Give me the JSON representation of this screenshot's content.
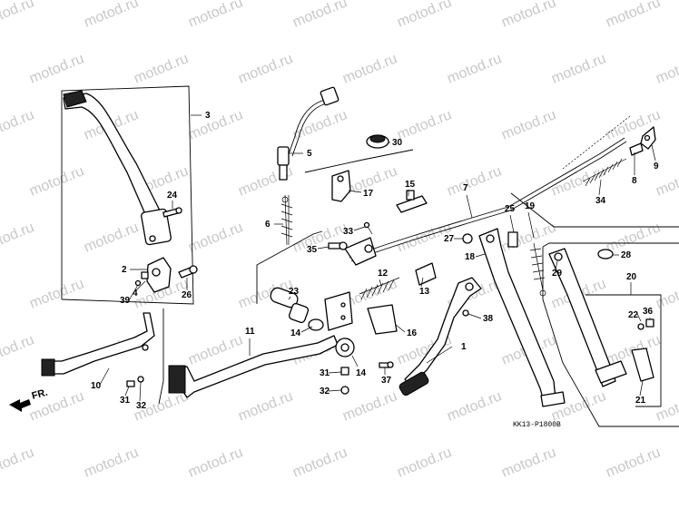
{
  "watermark": {
    "text": "motod.ru"
  },
  "diagram_code": "KK13-P1800B",
  "direction_label": "FR.",
  "callouts": [
    {
      "id": "c1",
      "label": "1"
    },
    {
      "id": "c2",
      "label": "2"
    },
    {
      "id": "c3",
      "label": "3"
    },
    {
      "id": "c4",
      "label": "4"
    },
    {
      "id": "c5",
      "label": "5"
    },
    {
      "id": "c6",
      "label": "6"
    },
    {
      "id": "c7",
      "label": "7"
    },
    {
      "id": "c8",
      "label": "8"
    },
    {
      "id": "c9",
      "label": "9"
    },
    {
      "id": "c10",
      "label": "10"
    },
    {
      "id": "c11",
      "label": "11"
    },
    {
      "id": "c12",
      "label": "12"
    },
    {
      "id": "c13",
      "label": "13"
    },
    {
      "id": "c14a",
      "label": "14"
    },
    {
      "id": "c14b",
      "label": "14"
    },
    {
      "id": "c15",
      "label": "15"
    },
    {
      "id": "c16",
      "label": "16"
    },
    {
      "id": "c17",
      "label": "17"
    },
    {
      "id": "c18",
      "label": "18"
    },
    {
      "id": "c19",
      "label": "19"
    },
    {
      "id": "c20",
      "label": "20"
    },
    {
      "id": "c21",
      "label": "21"
    },
    {
      "id": "c22",
      "label": "22"
    },
    {
      "id": "c23",
      "label": "23"
    },
    {
      "id": "c24",
      "label": "24"
    },
    {
      "id": "c25",
      "label": "25"
    },
    {
      "id": "c26",
      "label": "26"
    },
    {
      "id": "c27",
      "label": "27"
    },
    {
      "id": "c28",
      "label": "28"
    },
    {
      "id": "c29",
      "label": "29"
    },
    {
      "id": "c30",
      "label": "30"
    },
    {
      "id": "c31a",
      "label": "31"
    },
    {
      "id": "c31b",
      "label": "31"
    },
    {
      "id": "c32a",
      "label": "32"
    },
    {
      "id": "c32b",
      "label": "32"
    },
    {
      "id": "c33",
      "label": "33"
    },
    {
      "id": "c34",
      "label": "34"
    },
    {
      "id": "c35",
      "label": "35"
    },
    {
      "id": "c36",
      "label": "36"
    },
    {
      "id": "c37",
      "label": "37"
    },
    {
      "id": "c38",
      "label": "38"
    },
    {
      "id": "c39",
      "label": "39"
    }
  ]
}
